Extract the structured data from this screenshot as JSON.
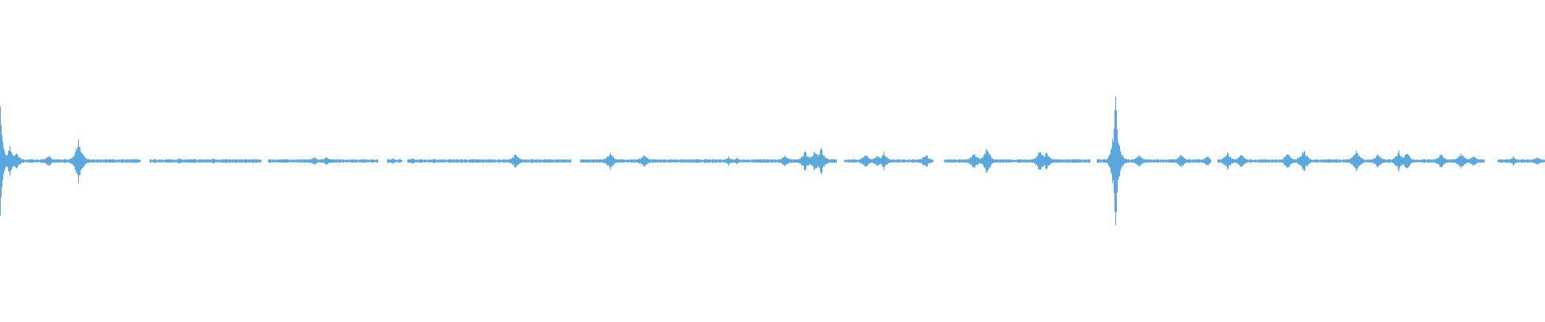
{
  "waveform": {
    "color": "#5aa8e0",
    "background": "#ffffff",
    "peaks": [
      [
        0,
        0.35
      ],
      [
        12,
        0.1
      ],
      [
        20,
        0.06
      ],
      [
        60,
        0.04
      ],
      [
        97,
        0.14
      ],
      [
        100,
        0.05
      ],
      [
        222,
        0.02
      ],
      [
        265,
        0.02
      ],
      [
        390,
        0.03
      ],
      [
        405,
        0.03
      ],
      [
        472,
        0.02
      ],
      [
        488,
        0.02
      ],
      [
        512,
        0.02
      ],
      [
        640,
        0.05
      ],
      [
        758,
        0.06
      ],
      [
        800,
        0.05
      ],
      [
        905,
        0.03
      ],
      [
        915,
        0.02
      ],
      [
        975,
        0.04
      ],
      [
        1000,
        0.07
      ],
      [
        1012,
        0.08
      ],
      [
        1020,
        0.09
      ],
      [
        1075,
        0.05
      ],
      [
        1090,
        0.04
      ],
      [
        1098,
        0.06
      ],
      [
        1150,
        0.05
      ],
      [
        1210,
        0.06
      ],
      [
        1226,
        0.09
      ],
      [
        1292,
        0.08
      ],
      [
        1300,
        0.06
      ],
      [
        1386,
        0.53
      ],
      [
        1390,
        0.1
      ],
      [
        1415,
        0.05
      ],
      [
        1467,
        0.05
      ],
      [
        1500,
        0.04
      ],
      [
        1525,
        0.06
      ],
      [
        1542,
        0.05
      ],
      [
        1600,
        0.06
      ],
      [
        1620,
        0.08
      ],
      [
        1685,
        0.08
      ],
      [
        1712,
        0.05
      ],
      [
        1738,
        0.07
      ],
      [
        1748,
        0.06
      ],
      [
        1790,
        0.05
      ],
      [
        1815,
        0.06
      ],
      [
        1830,
        0.04
      ],
      [
        1880,
        0.03
      ],
      [
        1910,
        0.03
      ]
    ],
    "gaps": [
      [
        175,
        185
      ],
      [
        325,
        332
      ],
      [
        470,
        480
      ],
      [
        500,
        505
      ],
      [
        710,
        720
      ],
      [
        1040,
        1048
      ],
      [
        1160,
        1172
      ],
      [
        1355,
        1362
      ],
      [
        1505,
        1512
      ],
      [
        1845,
        1860
      ]
    ],
    "seed": 7
  }
}
